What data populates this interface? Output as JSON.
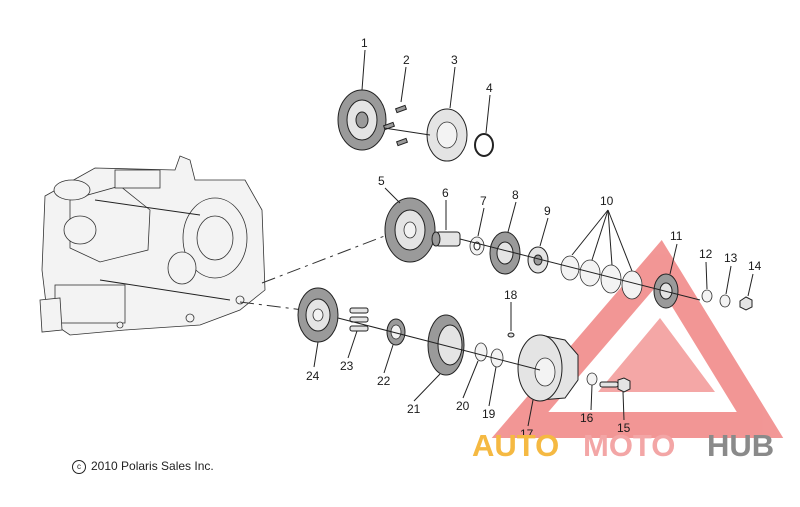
{
  "diagram": {
    "parts": [
      {
        "id": "1",
        "label": "1"
      },
      {
        "id": "2",
        "label": "2"
      },
      {
        "id": "3",
        "label": "3"
      },
      {
        "id": "4",
        "label": "4"
      },
      {
        "id": "5",
        "label": "5"
      },
      {
        "id": "6",
        "label": "6"
      },
      {
        "id": "7",
        "label": "7"
      },
      {
        "id": "8",
        "label": "8"
      },
      {
        "id": "9",
        "label": "9"
      },
      {
        "id": "10",
        "label": "10"
      },
      {
        "id": "11",
        "label": "11"
      },
      {
        "id": "12",
        "label": "12"
      },
      {
        "id": "13",
        "label": "13"
      },
      {
        "id": "14",
        "label": "14"
      },
      {
        "id": "15",
        "label": "15"
      },
      {
        "id": "16",
        "label": "16"
      },
      {
        "id": "17",
        "label": "17"
      },
      {
        "id": "18",
        "label": "18"
      },
      {
        "id": "19",
        "label": "19"
      },
      {
        "id": "20",
        "label": "20"
      },
      {
        "id": "21",
        "label": "21"
      },
      {
        "id": "22",
        "label": "22"
      },
      {
        "id": "23",
        "label": "23"
      },
      {
        "id": "24",
        "label": "24"
      }
    ]
  },
  "copyright": {
    "symbol": "c",
    "text": "2010 Polaris Sales Inc."
  },
  "watermark": {
    "part1": "AUTO",
    "part2": "MOTO",
    "part3": "HUB",
    "color1": "#f5b942",
    "color2": "#f3a6a6",
    "color3": "#8a8a8a"
  }
}
